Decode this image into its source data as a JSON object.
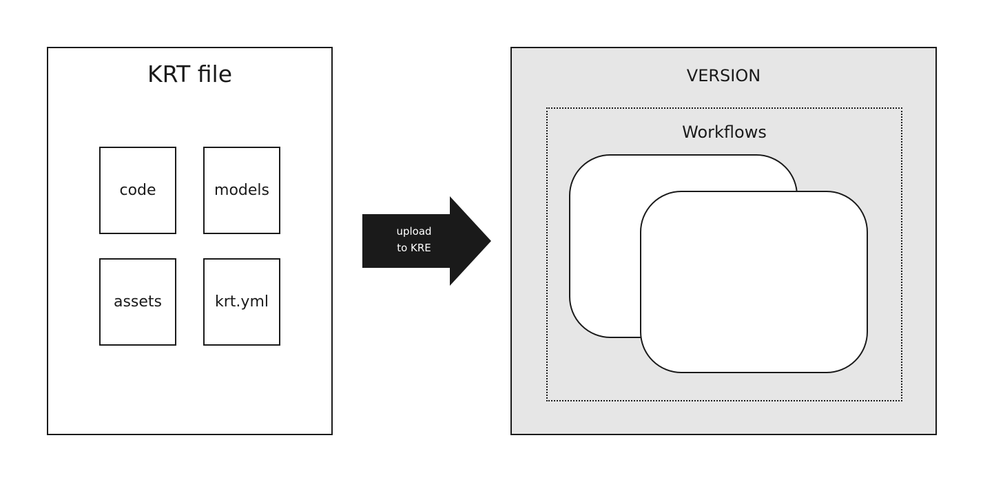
{
  "krt": {
    "title": "KRT file",
    "items": [
      "code",
      "models",
      "assets",
      "krt.yml"
    ]
  },
  "arrow": {
    "line1": "upload",
    "line2": "to KRE",
    "color": "#1a1a1a"
  },
  "version": {
    "title": "VERSION",
    "workflows_title": "Workflows",
    "panel_color": "#e6e6e6"
  }
}
